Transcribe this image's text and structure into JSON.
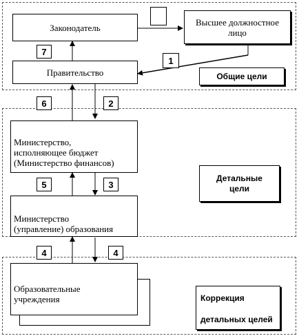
{
  "boxes": {
    "legislator": "Законодатель",
    "top_official": "Высшее должностное\nлицо",
    "government": "Правительство",
    "ministry_finance": "Министерство,\nисполняющее бюджет\n(Министерство финансов)",
    "ministry_education": "Министерство\n(управление) образования",
    "institutions": "Образовательные\nучреждения"
  },
  "step_numbers": {
    "n1": "1",
    "n2": "2",
    "n3": "3",
    "n4_left": "4",
    "n4_right": "4",
    "n5": "5",
    "n6": "6",
    "n7": "7",
    "blank": ""
  },
  "goals": {
    "general": "Общие цели",
    "detailed": "Детальные\nцели",
    "correction_line1": "Коррекция",
    "correction_line2": "детальных целей"
  }
}
